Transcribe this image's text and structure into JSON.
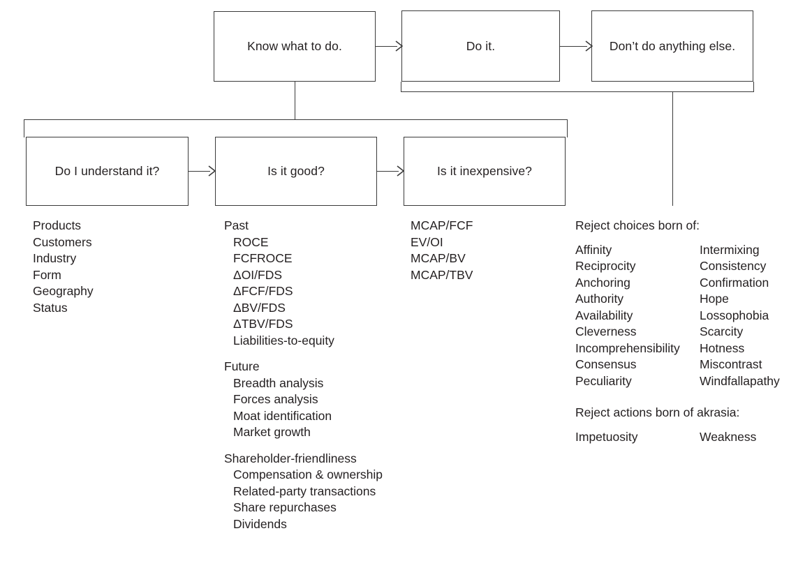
{
  "diagram": {
    "title": "Know what to do. / Do it. / Don't do anything else.",
    "boxes": {
      "know_what_to_do": "Know what to do.",
      "do_it": "Do it.",
      "dont_do_anything_else": "Don’t do anything else.",
      "do_i_understand_it": "Do I understand it?",
      "is_it_good": "Is it good?",
      "is_it_inexpensive": "Is it inexpensive?"
    },
    "understand_list": [
      "Products",
      "Customers",
      "Industry",
      "Form",
      "Geography",
      "Status"
    ],
    "good_groups": [
      {
        "heading": "Past",
        "items": [
          "ROCE",
          "FCFROCE",
          "ΔOI/FDS",
          "ΔFCF/FDS",
          "ΔBV/FDS",
          "ΔTBV/FDS",
          "Liabilities-to-equity"
        ]
      },
      {
        "heading": "Future",
        "items": [
          "Breadth analysis",
          "Forces analysis",
          "Moat identification",
          "Market growth"
        ]
      },
      {
        "heading": "Shareholder-friendliness",
        "items": [
          "Compensation & ownership",
          "Related-party transactions",
          "Share repurchases",
          "Dividends"
        ]
      }
    ],
    "inexpensive_list": [
      "MCAP/FCF",
      "EV/OI",
      "MCAP/BV",
      "MCAP/TBV"
    ],
    "reject_choices": {
      "heading": "Reject choices born of:",
      "pairs": [
        [
          "Affinity",
          "Intermixing"
        ],
        [
          "Reciprocity",
          "Consistency"
        ],
        [
          "Anchoring",
          "Confirmation"
        ],
        [
          "Authority",
          "Hope"
        ],
        [
          "Availability",
          "Lossophobia"
        ],
        [
          "Cleverness",
          "Scarcity"
        ],
        [
          "Incomprehensibility",
          "Hotness"
        ],
        [
          "Consensus",
          "Miscontrast"
        ],
        [
          "Peculiarity",
          "Windfallapathy"
        ]
      ]
    },
    "reject_actions": {
      "heading": "Reject actions born of akrasia:",
      "pairs": [
        [
          "Impetuosity",
          "Weakness"
        ]
      ]
    },
    "colors": {
      "stroke": "#3a3a3a",
      "text": "#231f20",
      "background": "#ffffff"
    }
  }
}
